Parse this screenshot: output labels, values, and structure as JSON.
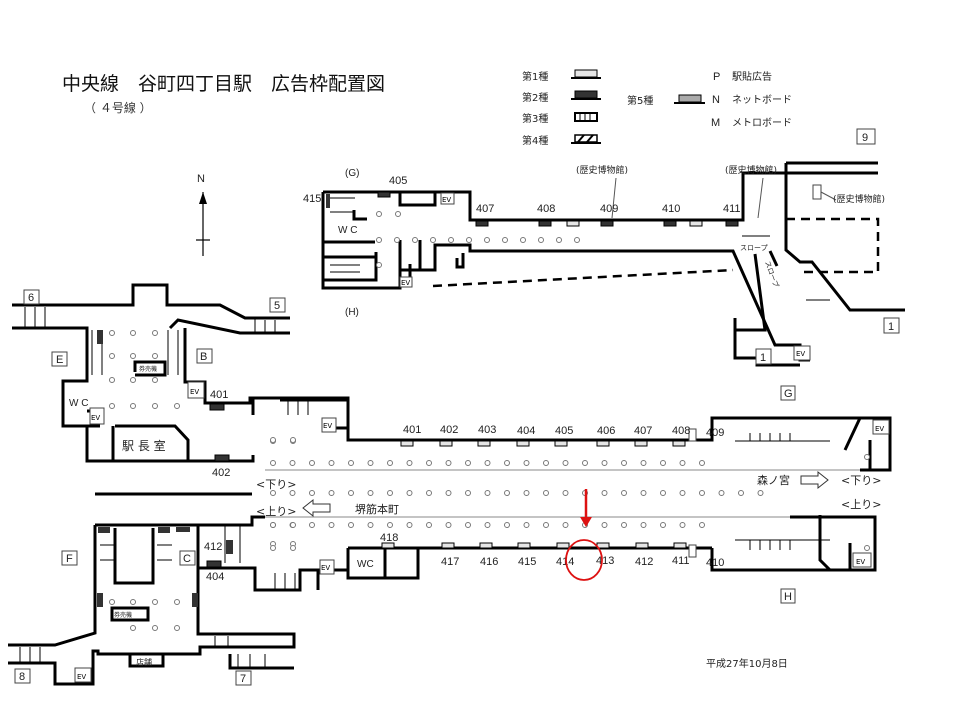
{
  "title": "中央線　谷町四丁目駅　広告枠配置図",
  "subtitle": "（ ４号線 ）",
  "legend": {
    "types": [
      {
        "label": "第1種"
      },
      {
        "label": "第2種"
      },
      {
        "label": "第3種"
      },
      {
        "label": "第4種"
      },
      {
        "label": "第5種"
      }
    ],
    "codes": [
      {
        "code": "P",
        "label": "駅貼広告"
      },
      {
        "code": "N",
        "label": "ネットボード"
      },
      {
        "code": "M",
        "label": "メトロボード"
      }
    ]
  },
  "compass": "N",
  "upper_concourse": {
    "area_g": "(G)",
    "area_h": "(H)",
    "ads": [
      "415",
      "405",
      "407",
      "408",
      "409",
      "410",
      "411"
    ],
    "museum": [
      "(歴史博物館)",
      "(歴史博物館)",
      "(歴史博物館)"
    ],
    "slope": [
      "スロープ",
      "スロープ"
    ],
    "wc": "W C",
    "ev": [
      "EV",
      "EV",
      "EV"
    ],
    "exits": [
      "9",
      "1",
      "1"
    ]
  },
  "west_concourse": {
    "exits": [
      "6",
      "5",
      "8",
      "7"
    ],
    "areas": [
      "E",
      "B",
      "F",
      "C"
    ],
    "wc": "W C",
    "ev": [
      "EV",
      "EV",
      "EV",
      "EV"
    ],
    "station_office": "駅 長 室",
    "ticket_machines": [
      "券売機",
      "券売機"
    ],
    "shop": "店舗",
    "ads": [
      "401",
      "402",
      "412",
      "404"
    ]
  },
  "platform": {
    "area_g": "G",
    "area_h": "H",
    "top_ads": [
      "401",
      "402",
      "403",
      "404",
      "405",
      "406",
      "407",
      "408",
      "409"
    ],
    "bottom_ads": [
      "418",
      "417",
      "416",
      "415",
      "414",
      "413",
      "412",
      "411",
      "410"
    ],
    "highlighted_ad": "414",
    "down_dir": "<下り>",
    "up_dir": "<上り>",
    "down_dest": "森ノ宮",
    "up_dest": "堺筋本町",
    "wc": "WC",
    "ev": [
      "EV",
      "EV",
      "EV",
      "EV"
    ]
  },
  "date": "平成27年10月8日",
  "colors": {
    "highlight": "#dd1111"
  }
}
